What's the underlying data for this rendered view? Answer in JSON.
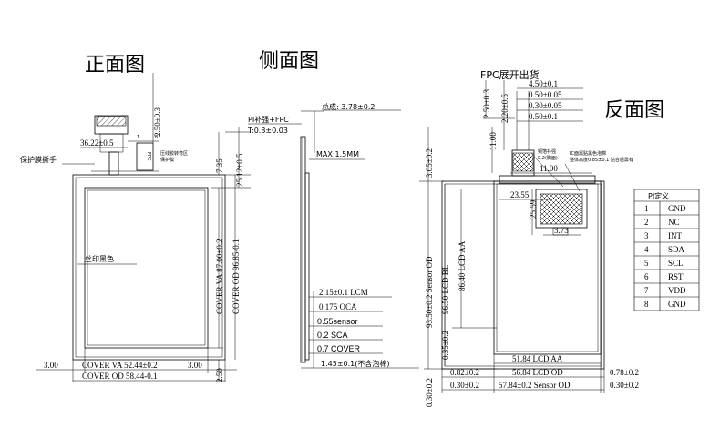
{
  "titles": {
    "front": "正面图",
    "side": "侧面图",
    "back": "反面图"
  },
  "front": {
    "fpc_height": "2.50±0.3",
    "fpc_width": "36.22±0.5",
    "fpc_pin1": "1",
    "fpc_pin8": "8",
    "fpc_note_line1": "压线胶转弯区",
    "fpc_note_line2": "保护膜",
    "fpc_vlabel": "FPC",
    "protect_film": "保护膜撕手",
    "silk_black": "丝印黑色",
    "dim_735": "7.35",
    "dim_2512": "25.12±0.5",
    "cover_va_v": "COVER VA 87.00±0.2",
    "cover_od_v": "COVER OD 96.85-0.1",
    "dim_250_bottom": "2.50",
    "dim_300_left": "3.00",
    "dim_300_right": "3.00",
    "cover_va_h": "COVER VA 52.44±0.2",
    "cover_od_h": "COVER OD 58.44-0.1"
  },
  "side": {
    "total_thickness": "总成: 3.78±0.2",
    "pi_label": "PI补强+FPC",
    "pi_thickness": "T:0.3±0.03",
    "max_label": "MAX:1.5MM",
    "lcm": "2.15±0.1 LCM",
    "oca": "0.175 OCA",
    "sensor": "0.55sensor",
    "sca": "0.2 SCA",
    "cover": "0.7 COVER",
    "bubble": "1.45±0.1(不含泡棉)"
  },
  "back": {
    "fpc_title": "FPC展开出货",
    "d450": "4.50±0.1",
    "d050a": "0.50±0.05",
    "d030": "0.30±0.05",
    "d050b": "0.50±0.1",
    "d220": "2.20±0.5",
    "d250": "2.50±0.3",
    "d1100v": "11.00",
    "d1100h": "11.00",
    "d305": "3.05±0.2",
    "note_copper_1": "铜箔补强",
    "note_copper_2": "0.2(胸面)",
    "note_ic_1": "IC面需贴黑色泡棉",
    "note_ic_2": "整体高度0.85±0.1 贴合后需有",
    "d2355": "23.55",
    "d2559": "25.59",
    "d373": "3.73",
    "sensor_od_v": "93.50±0.2 Sensor OD",
    "lcd_bl_v": "96.50 LCD BL",
    "lcd_aa_v": "86.40 LCD AA",
    "d035": "0.35±0.2",
    "d030b": "0.30±0.2",
    "lcd_aa_h": "51.84 LCD AA",
    "lcd_od_h": "56.84 LCD OD",
    "sensor_od_h": "57.84±0.2 Sensor OD",
    "d082": "0.82±0.2",
    "d030l": "0.30±0.2",
    "d078": "0.78±0.2",
    "d030r": "0.30±0.2"
  },
  "pi_table": {
    "title": "PI定义",
    "rows": [
      {
        "pin": "1",
        "name": "GND"
      },
      {
        "pin": "2",
        "name": "NC"
      },
      {
        "pin": "3",
        "name": "INT"
      },
      {
        "pin": "4",
        "name": "SDA"
      },
      {
        "pin": "5",
        "name": "SCL"
      },
      {
        "pin": "6",
        "name": "RST"
      },
      {
        "pin": "7",
        "name": "VDD"
      },
      {
        "pin": "8",
        "name": "GND"
      }
    ]
  }
}
